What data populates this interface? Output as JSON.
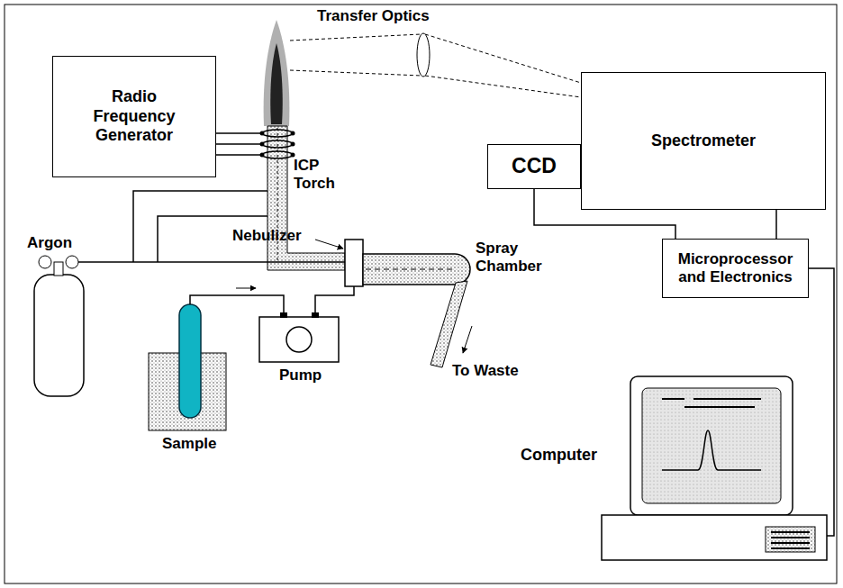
{
  "diagram": {
    "nodes": [
      {
        "text": [
          "Radio Frequency Generator"
        ]
      },
      {
        "text": [
          "Spectrometer"
        ]
      },
      {
        "text": [
          "CCD"
        ]
      },
      {
        "text": [
          "Microprocessor and Electronics"
        ]
      },
      {
        "text": [
          "Computer"
        ]
      }
    ],
    "edges": [
      {
        "from": 2,
        "to": 3,
        "arrow": "none"
      },
      {
        "from": 1,
        "to": 3,
        "arrow": "none"
      },
      {
        "from": 3,
        "to": 4,
        "arrow": "none"
      }
    ],
    "labels": [
      "Transfer Optics",
      "ICP Torch",
      "Argon",
      "Nebulizer",
      "Spray Chamber",
      "To Waste",
      "Pump",
      "Sample"
    ]
  }
}
